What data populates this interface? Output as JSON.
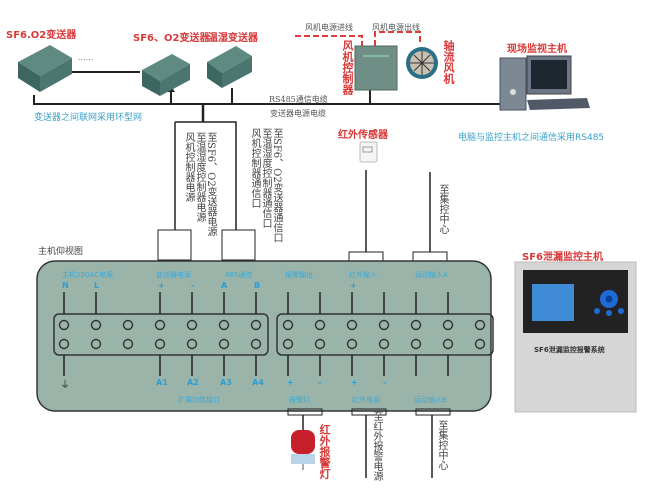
{
  "top_devices": {
    "sf6_transmitter_1": "SF6.O2变送器",
    "sf6_transmitter_2": "SF6、O2变送器",
    "humidity_transmitter": "温湿变送器",
    "ellipsis": "......",
    "ring_network_note": "变送器之间联网采用环型网",
    "rs485_cable": "RS485通信电缆",
    "power_cable": "变送器电源电缆",
    "fan_power_in": "风机电源进线",
    "fan_power_out": "风机电源出线",
    "fan_controller": "风机控制器",
    "axial_fan": "轴流风机",
    "monitor_host": "现场监视主机",
    "pc_note": "电脑与监控主机之间通信采用RS485"
  },
  "middle_labels": {
    "left_power_1": "风机控制器电源",
    "left_power_2": "至温湿度控制器电源",
    "left_power_3": "至SF6、O2变送器电源",
    "right_comm_1": "风机控制器通信口",
    "right_comm_2": "至温湿度控制器通信口",
    "right_comm_3": "至SF6、O2变送器通信口",
    "ir_sensor": "红外传感器",
    "to_center_top": "至集控中心"
  },
  "panel": {
    "title": "主机仰视图",
    "top_groups": [
      "主机220AC电源",
      "变送器电源",
      "485通信",
      "报警输出",
      "红外输入",
      "运动输入A"
    ],
    "top_terms": [
      "N",
      "L",
      "+",
      "-",
      "A",
      "B",
      "+"
    ],
    "bottom_terms": [
      "A1",
      "A2",
      "A3",
      "A4",
      "+",
      "-",
      "+",
      "-"
    ],
    "bottom_groups": [
      "扩展功能接口",
      "报警灯",
      "红外电源",
      "运动输入B"
    ],
    "ground": "⏚"
  },
  "bottom_labels": {
    "alarm_light": "红外报警灯",
    "to_ir_power": "至红外报警电源",
    "to_center_bottom": "至集控中心"
  },
  "host_unit": {
    "title": "SF6泄漏监控主机",
    "front_label": "SF6泄漏监控报警系统"
  }
}
